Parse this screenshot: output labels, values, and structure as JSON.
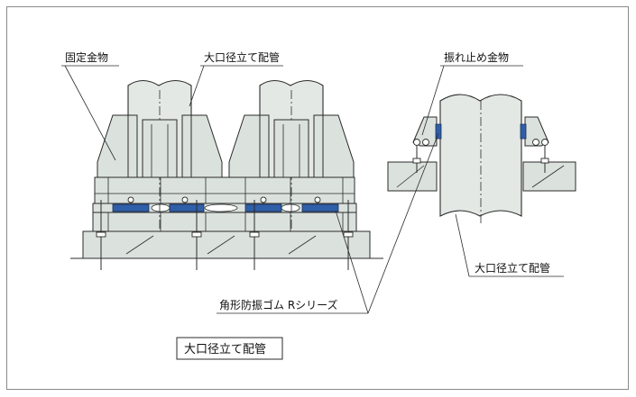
{
  "labels": {
    "fixing_hardware": "固定金物",
    "large_pipe_top": "大口径立て配管",
    "anti_sway_hardware": "振れ止め金物",
    "large_pipe_right": "大口径立て配管",
    "rubber_series": "角形防振ゴム Rシリーズ"
  },
  "caption": "大口径立て配管"
}
